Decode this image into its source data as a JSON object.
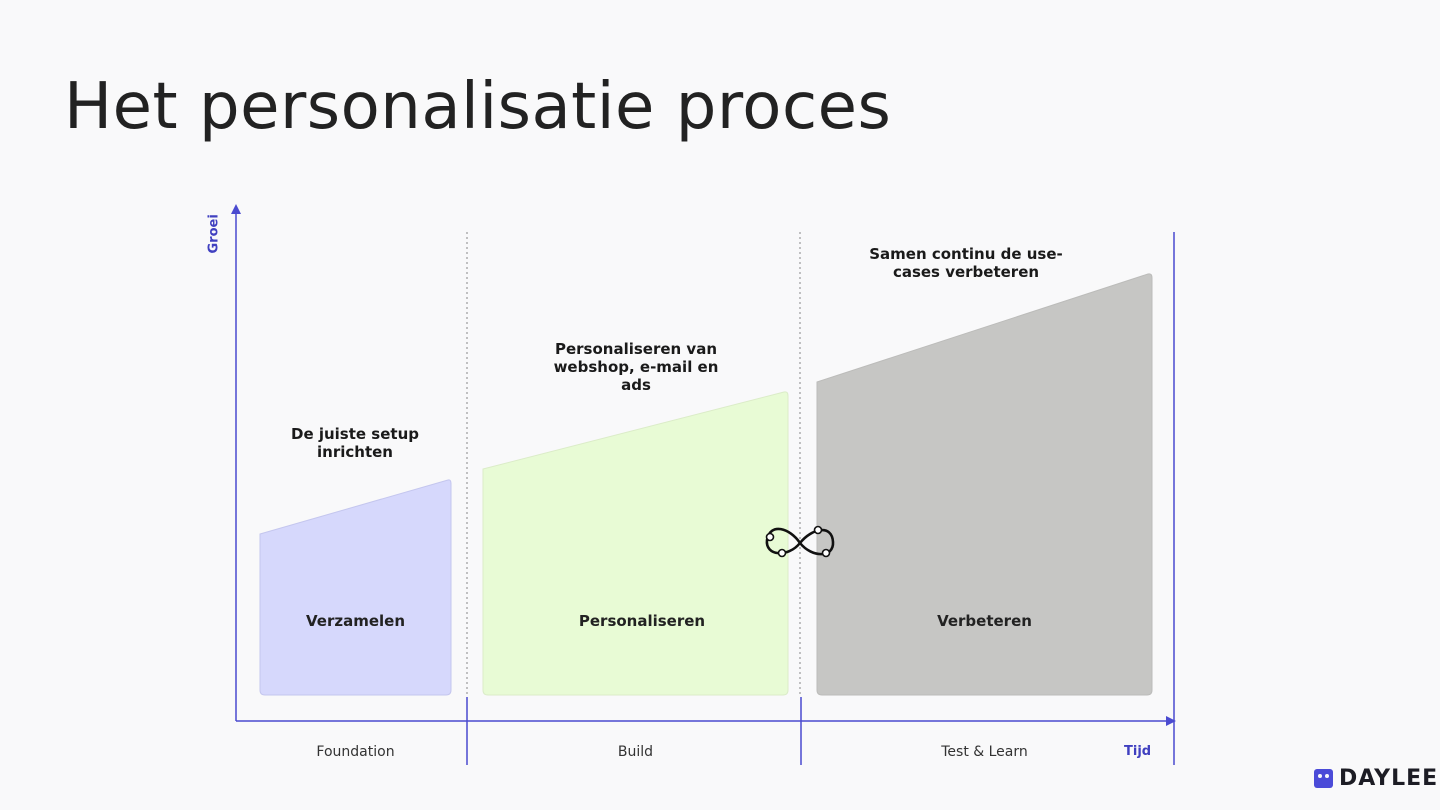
{
  "slide": {
    "title": "Het personalisatie proces"
  },
  "axes": {
    "y_label": "Groei",
    "x_label": "Tijd"
  },
  "columns": [
    {
      "top_label": "De juiste setup inrichten",
      "bar_label": "Verzamelen",
      "phase": "Foundation",
      "color": "#d6d8fc"
    },
    {
      "top_label": "Personaliseren van webshop, e-mail en ads",
      "bar_label": "Personaliseren",
      "phase": "Build",
      "color": "#e8fbd5"
    },
    {
      "top_label": "Samen continu de use-cases verbeteren",
      "bar_label": "Verbeteren",
      "phase": "Test & Learn",
      "color": "#c6c6c4"
    }
  ],
  "colors": {
    "axis": "#4b4bd0",
    "divider": "#888888",
    "text": "#1a1a1a"
  },
  "icons": {
    "loop": "infinity-loop-icon"
  },
  "brand": {
    "name": "DAYLEE",
    "color": "#4b4bd8"
  }
}
